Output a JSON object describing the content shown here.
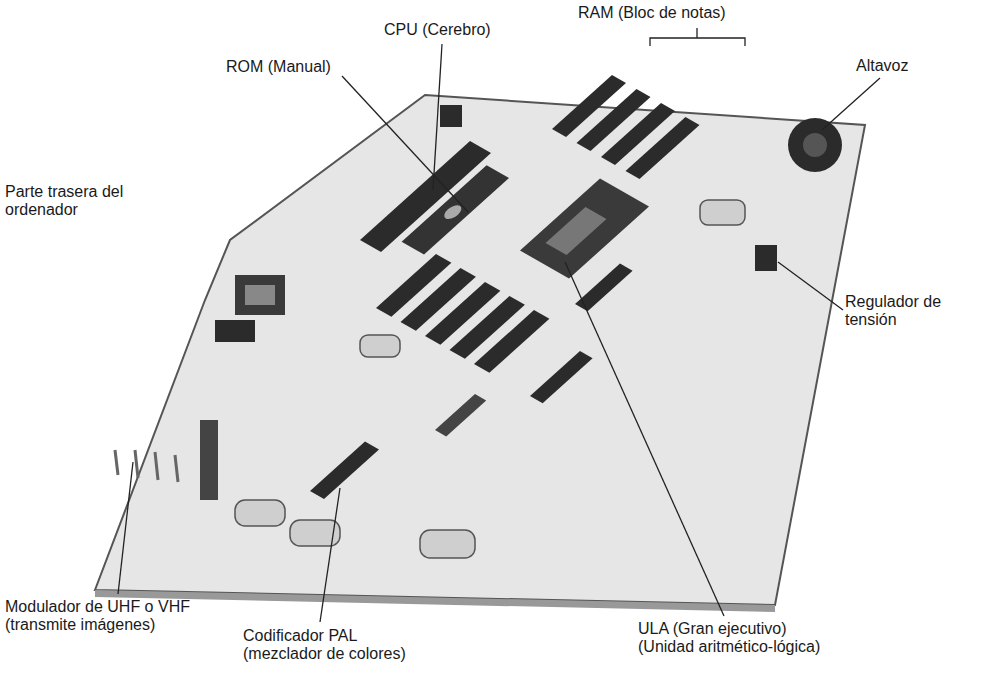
{
  "diagram": {
    "labels": [
      "RAM (Bloc de notas)",
      "CPU (Cerebro)",
      "Altavoz",
      "ROM (Manual)",
      "Parte trasera del ordenador",
      "Regulador de tensión",
      "Modulador de UHF o VHF (transmite imágenes)",
      "Codificador PAL (mezclador de colores)",
      "ULA (Gran ejecutivo) (Unidad aritmético-lógica)"
    ]
  }
}
